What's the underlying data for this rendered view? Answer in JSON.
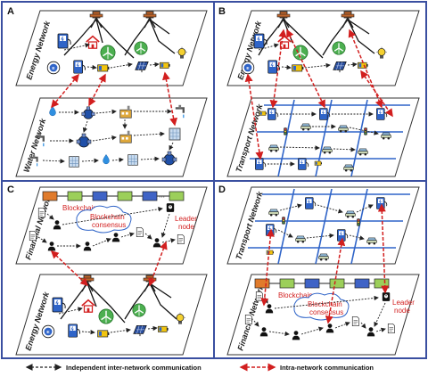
{
  "panels": {
    "A": {
      "label": "A",
      "top_network": "Energy Network",
      "bottom_network": "Water Network"
    },
    "B": {
      "label": "B",
      "top_network": "Energy Network",
      "bottom_network": "Transport Network"
    },
    "C": {
      "label": "C",
      "top_network": "Financial Network",
      "bottom_network": "Energy Network",
      "blockchain": "Blockchain",
      "consensus_line1": "Blockchain",
      "consensus_line2": "consensus",
      "leader_line1": "Leader",
      "leader_line2": "node"
    },
    "D": {
      "label": "D",
      "top_network": "Transport Network",
      "bottom_network": "Financial Network",
      "blockchain": "Blockchain",
      "consensus_line1": "Blockchain",
      "consensus_line2": "consensus",
      "leader_line1": "Leader",
      "leader_line2": "node"
    }
  },
  "legend": {
    "independent": "Independent inter-network communication",
    "intra": "Intra-network communication"
  },
  "colors": {
    "frame": "#3a4fa0",
    "red_link": "#d21f1f",
    "black_link": "#222222",
    "chain": [
      "#e07b2c",
      "#9ccf5a",
      "#3f63c6",
      "#9ccf5a",
      "#3f63c6",
      "#9ccf5a"
    ]
  },
  "icons": [
    "power-tower-icon",
    "charging-station-icon",
    "house-icon",
    "wind-turbine-icon",
    "battery-icon",
    "solar-panel-icon",
    "bulb-icon",
    "faucet-icon",
    "pump-icon",
    "water-tank-icon",
    "car-icon",
    "traffic-light-icon",
    "document-icon",
    "person-icon",
    "server-icon",
    "cloud-icon"
  ]
}
